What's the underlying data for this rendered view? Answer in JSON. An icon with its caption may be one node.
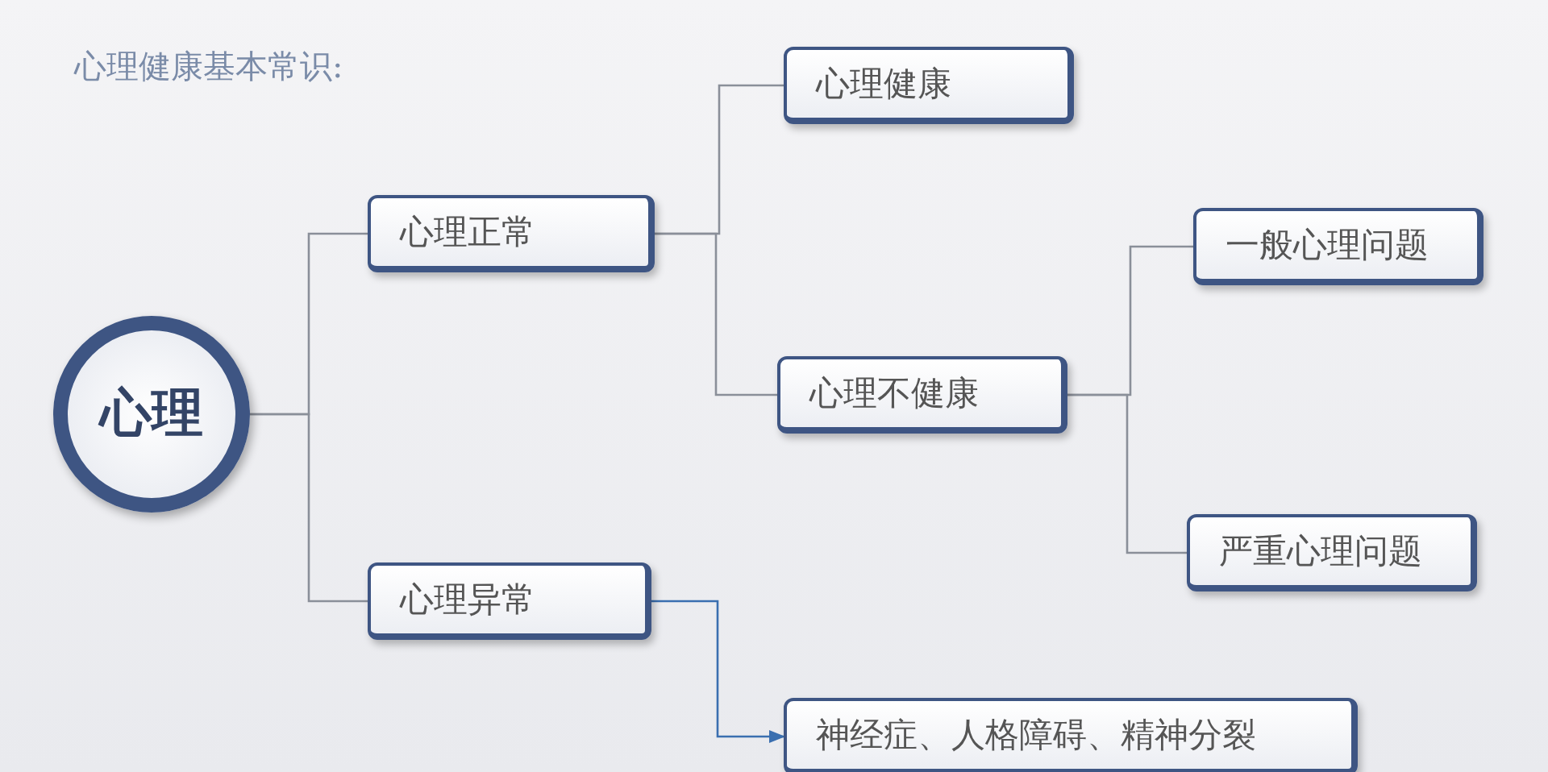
{
  "diagram": {
    "title": "心理健康基本常识:",
    "nodes": [
      {
        "text": [
          "心理"
        ]
      },
      {
        "text": [
          "心理正常"
        ]
      },
      {
        "text": [
          "心理异常"
        ]
      },
      {
        "text": [
          "心理健康"
        ]
      },
      {
        "text": [
          "心理不健康"
        ]
      },
      {
        "text": [
          "一般心理问题"
        ]
      },
      {
        "text": [
          "严重心理问题"
        ]
      },
      {
        "text": [
          "神经症、人格障碍、精神分裂"
        ]
      }
    ],
    "edges": [
      {
        "from": 0,
        "to": 1,
        "arrow": "none"
      },
      {
        "from": 0,
        "to": 2,
        "arrow": "none"
      },
      {
        "from": 1,
        "to": 3,
        "arrow": "none"
      },
      {
        "from": 1,
        "to": 4,
        "arrow": "none"
      },
      {
        "from": 4,
        "to": 5,
        "arrow": "none"
      },
      {
        "from": 4,
        "to": 6,
        "arrow": "none"
      },
      {
        "from": 2,
        "to": 7,
        "arrow": "to",
        "color": "#3a6fb0"
      }
    ]
  }
}
